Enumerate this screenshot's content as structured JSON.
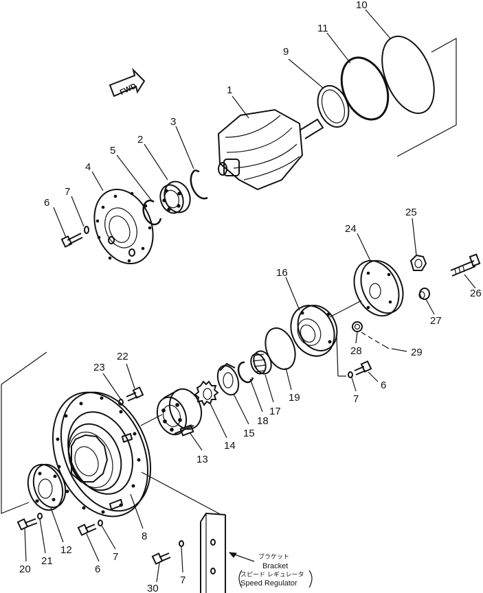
{
  "fwd_label": "FWD",
  "callout": {
    "jp_top": "ブラケット",
    "en_top": "Bracket",
    "jp_bottom": "スピード レギュレータ",
    "en_bottom": "Speed Regulator"
  },
  "part_numbers": {
    "p1": "1",
    "p2": "2",
    "p3": "3",
    "p4": "4",
    "p5": "5",
    "p6a": "6",
    "p6b": "6",
    "p6c": "6",
    "p7a": "7",
    "p7b": "7",
    "p7c": "7",
    "p7d": "7",
    "p8": "8",
    "p9": "9",
    "p10": "10",
    "p11": "11",
    "p12": "12",
    "p13": "13",
    "p14": "14",
    "p15": "15",
    "p16": "16",
    "p17": "17",
    "p18": "18",
    "p19": "19",
    "p20": "20",
    "p21": "21",
    "p22": "22",
    "p23": "23",
    "p24": "24",
    "p25": "25",
    "p26": "26",
    "p27": "27",
    "p28": "28",
    "p29": "29",
    "p30": "30"
  }
}
